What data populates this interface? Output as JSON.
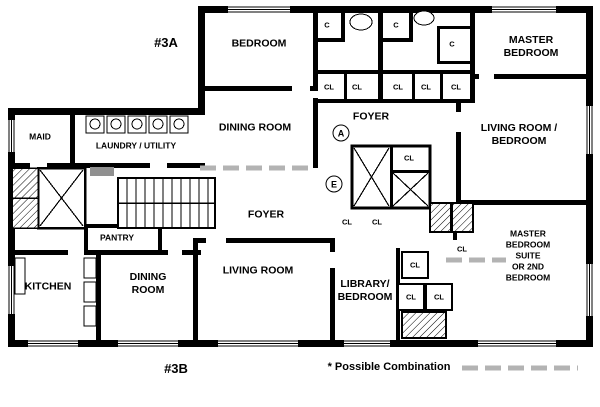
{
  "units": {
    "unit_a": "#3A",
    "unit_b": "#3B"
  },
  "rooms": {
    "bedroom_top": "BEDROOM",
    "master_bedroom": "MASTER\nBEDROOM",
    "dining_room_top": "DINING ROOM",
    "foyer_top": "FOYER",
    "living_room_bedroom": "LIVING ROOM /\nBEDROOM",
    "maid": "MAID",
    "laundry_utility": "LAUNDRY / UTILITY",
    "foyer_main": "FOYER",
    "pantry": "PANTRY",
    "kitchen": "KITCHEN",
    "dining_room_bottom": "DINING\nROOM",
    "living_room": "LIVING ROOM",
    "library_bedroom": "LIBRARY/\nBEDROOM",
    "master_suite": "MASTER BEDROOM\nSUITE\nOR 2ND BEDROOM"
  },
  "markers": {
    "elevator_a": "A",
    "elevator_e": "E"
  },
  "labels": {
    "closet": "CL",
    "closet_small": "C"
  },
  "legend": {
    "note": "* Possible Combination"
  },
  "colors": {
    "wall": "#000000",
    "combination_line": "#b3b3b3",
    "background": "#ffffff"
  }
}
